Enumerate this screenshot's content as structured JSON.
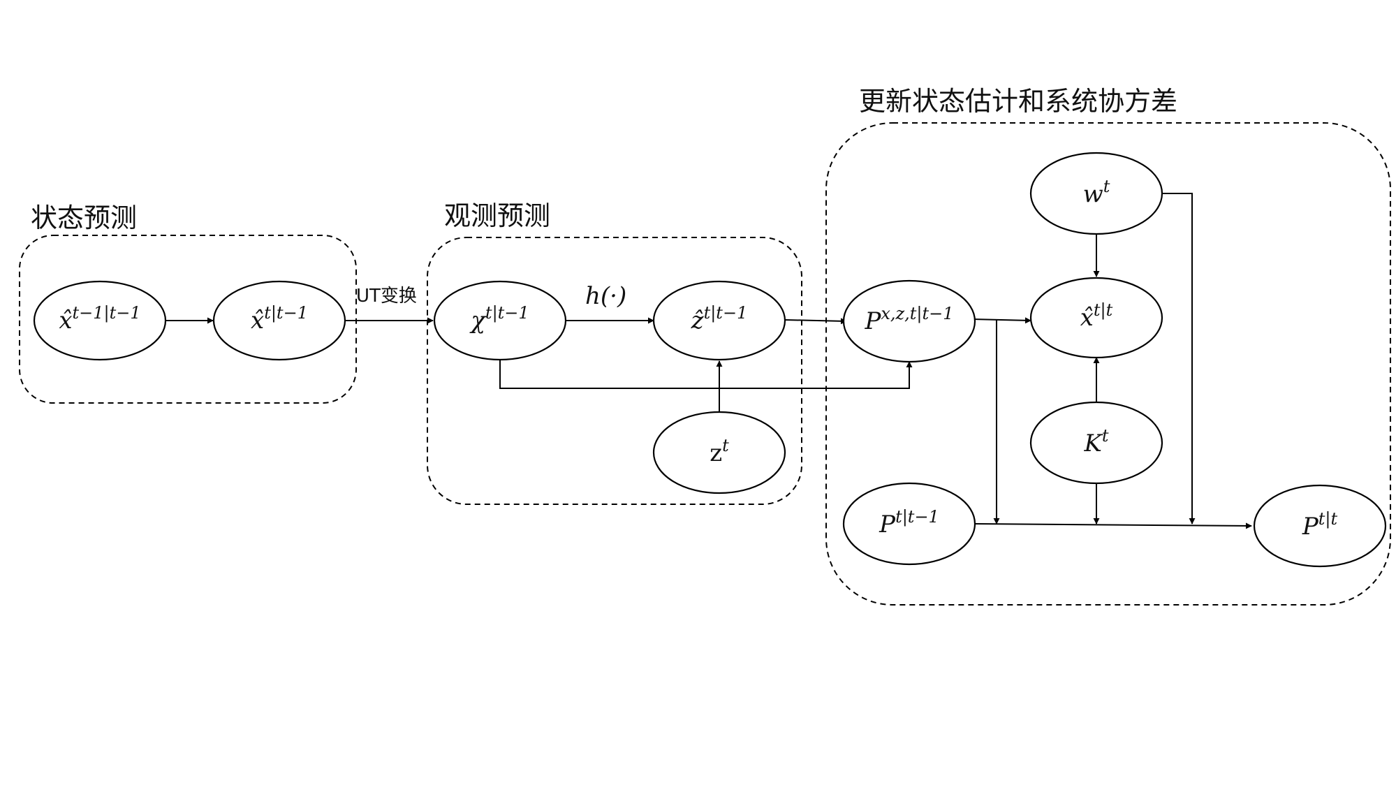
{
  "groups": {
    "state_prediction": "状态预测",
    "observation_prediction": "观测预测",
    "update": "更新状态估计和系统协方差"
  },
  "edge_labels": {
    "ut_transform": "UT变换",
    "h_func": "h(·)"
  },
  "nodes": {
    "x_hat_prev": {
      "base": "x̂",
      "sup": "t−1|t−1"
    },
    "x_hat_pred": {
      "base": "x̂",
      "sup": "t|t−1"
    },
    "chi_pred": {
      "base": "χ",
      "sup": "t|t−1"
    },
    "z_hat_pred": {
      "base": "ẑ",
      "sup": "t|t−1"
    },
    "z_obs": {
      "base": "z",
      "sup": "t"
    },
    "p_xz": {
      "base": "P",
      "sup": "x,z,t|t−1"
    },
    "p_pred": {
      "base": "P",
      "sup": "t|t−1"
    },
    "w": {
      "base": "w",
      "sup": "t"
    },
    "x_hat_upd": {
      "base": "x̂",
      "sup": "t|t"
    },
    "k": {
      "base": "K",
      "sup": "t"
    },
    "p_upd": {
      "base": "P",
      "sup": "t|t"
    }
  }
}
